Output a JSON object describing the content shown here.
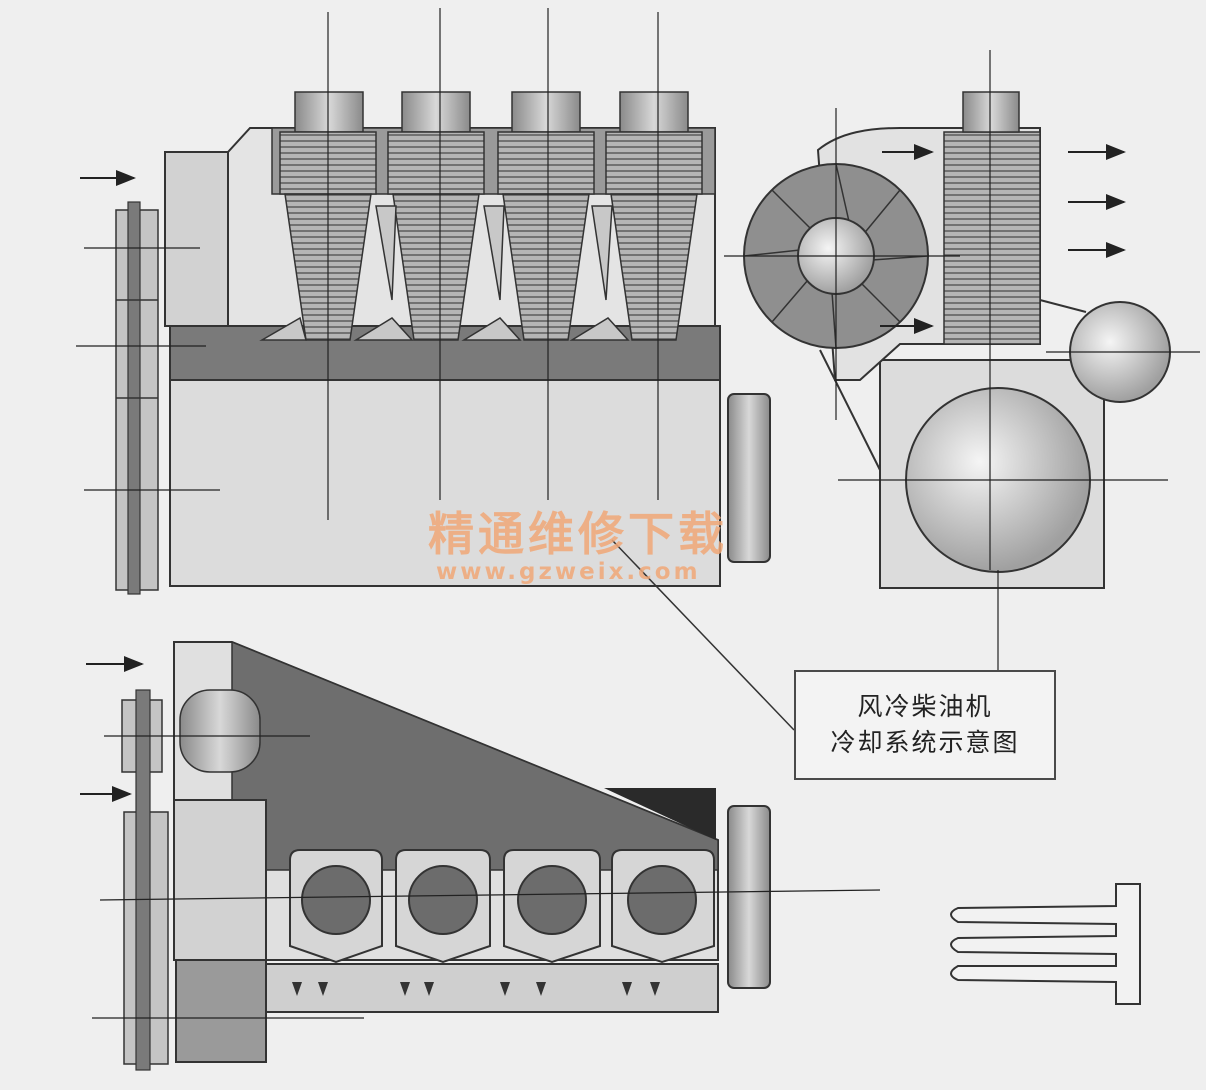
{
  "caption": {
    "line1": "风冷柴油机",
    "line2": "冷却系统示意图"
  },
  "watermark": {
    "title": "精通维修下载",
    "url": "www.gzweix.com"
  },
  "colors": {
    "background": "#efefef",
    "line": "#333333",
    "metal": "#bdbdbd",
    "dark": "#555555",
    "watermark": "#f0a878"
  }
}
